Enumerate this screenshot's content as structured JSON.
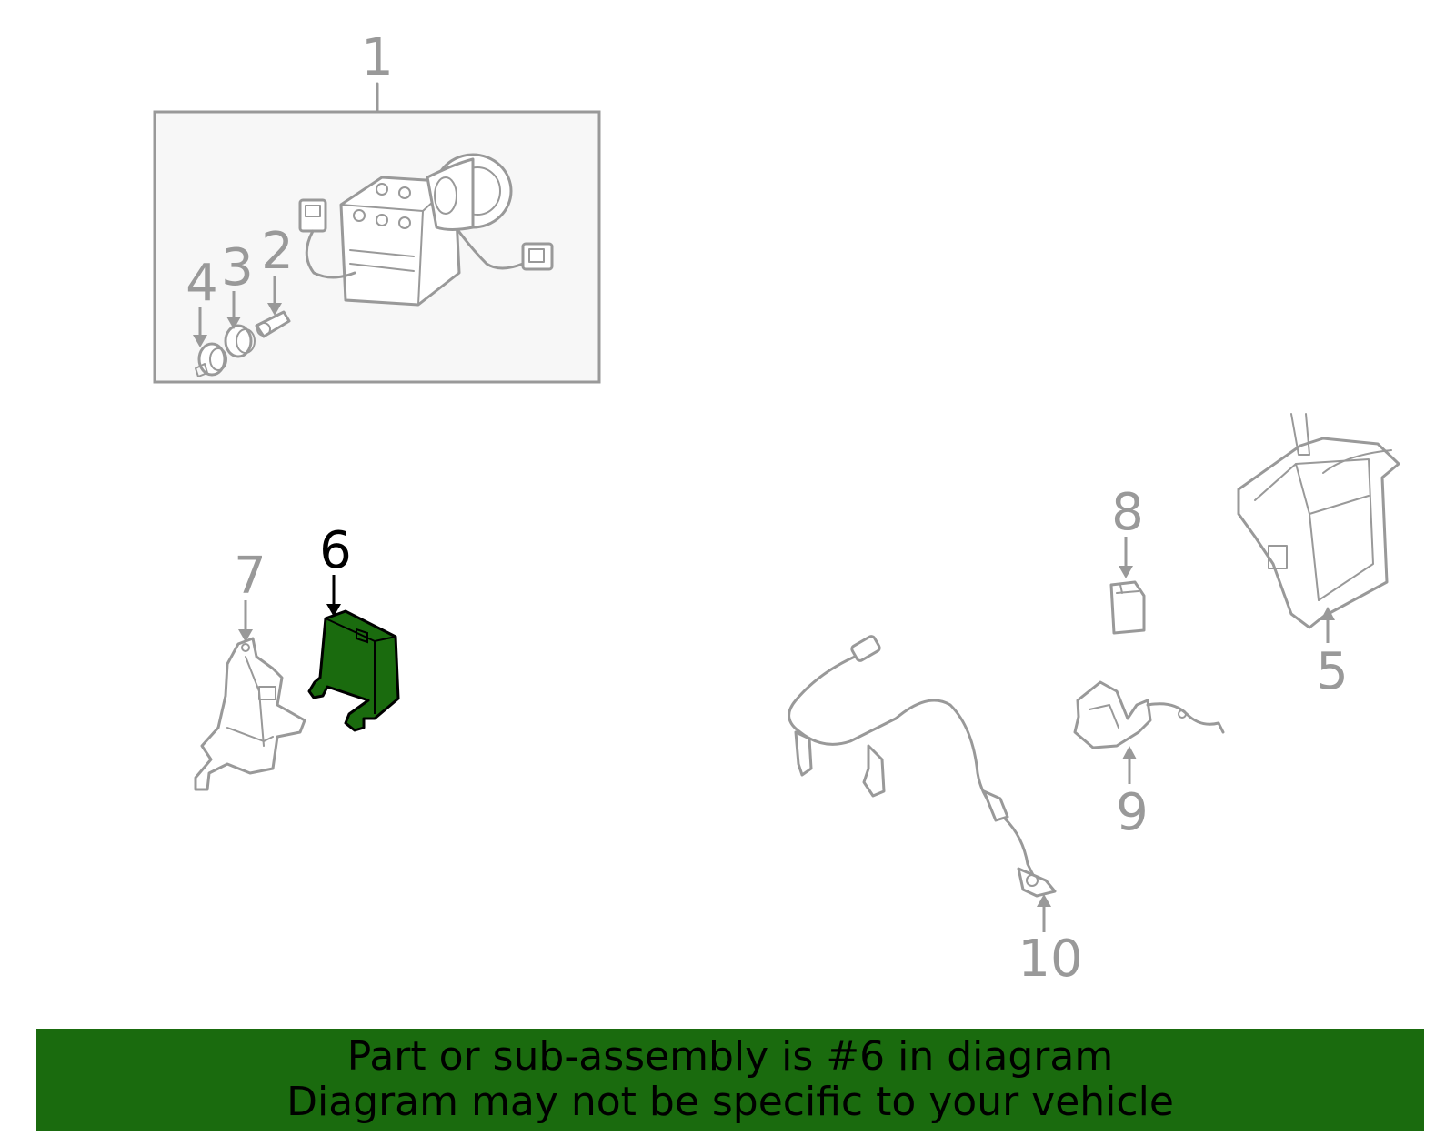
{
  "diagram": {
    "callouts": [
      {
        "id": "1",
        "label": "1"
      },
      {
        "id": "2",
        "label": "2"
      },
      {
        "id": "3",
        "label": "3"
      },
      {
        "id": "4",
        "label": "4"
      },
      {
        "id": "5",
        "label": "5"
      },
      {
        "id": "6",
        "label": "6",
        "highlighted": true
      },
      {
        "id": "7",
        "label": "7"
      },
      {
        "id": "8",
        "label": "8"
      },
      {
        "id": "9",
        "label": "9"
      },
      {
        "id": "10",
        "label": "10"
      }
    ],
    "highlighted_part": "6",
    "colors": {
      "highlight_fill": "#1a6b0e",
      "line_gray": "#999999",
      "box_fill": "#f7f7f7",
      "banner_bg": "#1a6b0e"
    }
  },
  "banner": {
    "line1": "Part or sub-assembly is #6 in diagram",
    "line2": "Diagram may not be specific to your vehicle"
  }
}
